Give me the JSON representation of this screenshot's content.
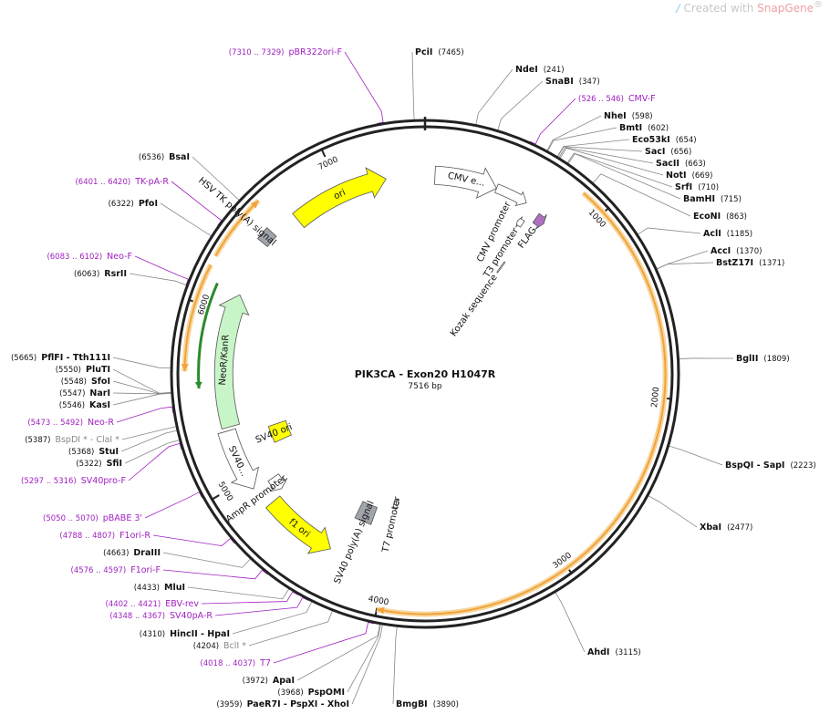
{
  "watermark": {
    "prefix": "Created with ",
    "brand": "SnapGene",
    "mark": "®",
    "logo": "∕"
  },
  "title": "PIK3CA - Exon20 H1047R",
  "length_label": "7516 bp",
  "total_bp": 7516,
  "colors": {
    "backbone": "#222222",
    "site_line": "#888888",
    "primer": "#a020c0",
    "ori": "#ffff00",
    "ori_stroke": "#555555",
    "orf_orange": "#f2a33a",
    "orf_glow": "#f7d7a0",
    "kanr_fill": "#c8f5c8",
    "green_arrow": "#2a8a2a",
    "grey_feature": "#a0a4ab",
    "white_feature": "#ffffff",
    "lilac": "#b070c0"
  },
  "ticks": [
    {
      "bp": 1000,
      "label": "1000"
    },
    {
      "bp": 2000,
      "label": "2000"
    },
    {
      "bp": 3000,
      "label": "3000"
    },
    {
      "bp": 4000,
      "label": "4000"
    },
    {
      "bp": 5000,
      "label": "5000"
    },
    {
      "bp": 6000,
      "label": "6000"
    },
    {
      "bp": 7000,
      "label": "7000"
    }
  ],
  "sites": [
    {
      "name": "PciI",
      "pos": "(7465)",
      "bp": 7465,
      "side": "R",
      "bold": true
    },
    {
      "name": "NdeI",
      "pos": "(241)",
      "bp": 241,
      "side": "R",
      "bold": true
    },
    {
      "name": "SnaBI",
      "pos": "(347)",
      "bp": 347,
      "side": "R",
      "bold": true
    },
    {
      "name": "CMV-F",
      "pos": "(526 .. 546)",
      "bp": 536,
      "side": "R",
      "primer": true
    },
    {
      "name": "NheI",
      "pos": "(598)",
      "bp": 598,
      "side": "R",
      "bold": true
    },
    {
      "name": "BmtI",
      "pos": "(602)",
      "bp": 602,
      "side": "R",
      "bold": true
    },
    {
      "name": "Eco53kI",
      "pos": "(654)",
      "bp": 654,
      "side": "R",
      "bold": true
    },
    {
      "name": "SacI",
      "pos": "(656)",
      "bp": 656,
      "side": "R",
      "bold": true
    },
    {
      "name": "SacII",
      "pos": "(663)",
      "bp": 663,
      "side": "R",
      "bold": true
    },
    {
      "name": "NotI",
      "pos": "(669)",
      "bp": 669,
      "side": "R",
      "bold": true
    },
    {
      "name": "SrfI",
      "pos": "(710)",
      "bp": 710,
      "side": "R",
      "bold": true
    },
    {
      "name": "BamHI",
      "pos": "(715)",
      "bp": 715,
      "side": "R",
      "bold": true
    },
    {
      "name": "EcoNI",
      "pos": "(863)",
      "bp": 863,
      "side": "R",
      "bold": true
    },
    {
      "name": "AclI",
      "pos": "(1185)",
      "bp": 1185,
      "side": "R",
      "bold": true
    },
    {
      "name": "AccI",
      "pos": "(1370)",
      "bp": 1370,
      "side": "R",
      "bold": true
    },
    {
      "name": "BstZ17I",
      "pos": "(1371)",
      "bp": 1371,
      "side": "R",
      "bold": true
    },
    {
      "name": "BglII",
      "pos": "(1809)",
      "bp": 1809,
      "side": "R",
      "bold": true
    },
    {
      "name": "BspQI - SapI",
      "pos": "(2223)",
      "bp": 2223,
      "side": "R",
      "bold": true
    },
    {
      "name": "XbaI",
      "pos": "(2477)",
      "bp": 2477,
      "side": "R",
      "bold": true
    },
    {
      "name": "AhdI",
      "pos": "(3115)",
      "bp": 3115,
      "side": "R",
      "bold": true
    },
    {
      "name": "BmgBI",
      "pos": "(3890)",
      "bp": 3890,
      "side": "R",
      "bold": true
    },
    {
      "name": "PaeR7I - PspXI - XhoI",
      "pos": "(3959)",
      "bp": 3959,
      "side": "L",
      "bold": true
    },
    {
      "name": "PspOMI",
      "pos": "(3968)",
      "bp": 3968,
      "side": "L",
      "bold": true
    },
    {
      "name": "ApaI",
      "pos": "(3972)",
      "bp": 3972,
      "side": "L",
      "bold": true
    },
    {
      "name": "T7",
      "pos": "(4018 .. 4037)",
      "bp": 4027,
      "side": "L",
      "primer": true
    },
    {
      "name": "BclI *",
      "pos": "(4204)",
      "bp": 4204,
      "side": "L",
      "grey": true
    },
    {
      "name": "HincII - HpaI",
      "pos": "(4310)",
      "bp": 4310,
      "side": "L",
      "bold": true
    },
    {
      "name": "SV40pA-R",
      "pos": "(4348 .. 4367)",
      "bp": 4357,
      "side": "L",
      "primer": true
    },
    {
      "name": "EBV-rev",
      "pos": "(4402 .. 4421)",
      "bp": 4411,
      "side": "L",
      "primer": true
    },
    {
      "name": "MluI",
      "pos": "(4433)",
      "bp": 4433,
      "side": "L",
      "bold": true
    },
    {
      "name": "F1ori-F",
      "pos": "(4576 .. 4597)",
      "bp": 4586,
      "side": "L",
      "primer": true
    },
    {
      "name": "DraIII",
      "pos": "(4663)",
      "bp": 4663,
      "side": "L",
      "bold": true
    },
    {
      "name": "F1ori-R",
      "pos": "(4788 .. 4807)",
      "bp": 4797,
      "side": "L",
      "primer": true
    },
    {
      "name": "pBABE 3'",
      "pos": "(5050 .. 5070)",
      "bp": 5060,
      "side": "L",
      "primer": true
    },
    {
      "name": "SV40pro-F",
      "pos": "(5297 .. 5316)",
      "bp": 5306,
      "side": "L",
      "primer": true
    },
    {
      "name": "SfiI",
      "pos": "(5322)",
      "bp": 5322,
      "side": "L",
      "bold": true
    },
    {
      "name": "StuI",
      "pos": "(5368)",
      "bp": 5368,
      "side": "L",
      "bold": true
    },
    {
      "name": "BspDI * - ClaI *",
      "pos": "(5387)",
      "bp": 5387,
      "side": "L",
      "grey": true
    },
    {
      "name": "Neo-R",
      "pos": "(5473 .. 5492)",
      "bp": 5482,
      "side": "L",
      "primer": true
    },
    {
      "name": "KasI",
      "pos": "(5546)",
      "bp": 5546,
      "side": "L",
      "bold": true
    },
    {
      "name": "NarI",
      "pos": "(5547)",
      "bp": 5547,
      "side": "L",
      "bold": true
    },
    {
      "name": "SfoI",
      "pos": "(5548)",
      "bp": 5548,
      "side": "L",
      "bold": true
    },
    {
      "name": "PluTI",
      "pos": "(5550)",
      "bp": 5550,
      "side": "L",
      "bold": true
    },
    {
      "name": "PflFI - Tth111I",
      "pos": "(5665)",
      "bp": 5665,
      "side": "L",
      "bold": true
    },
    {
      "name": "RsrII",
      "pos": "(6063)",
      "bp": 6063,
      "side": "L",
      "bold": true
    },
    {
      "name": "Neo-F",
      "pos": "(6083 .. 6102)",
      "bp": 6092,
      "side": "L",
      "primer": true
    },
    {
      "name": "PfoI",
      "pos": "(6322)",
      "bp": 6322,
      "side": "L",
      "bold": true
    },
    {
      "name": "TK-pA-R",
      "pos": "(6401 .. 6420)",
      "bp": 6410,
      "side": "L",
      "primer": true
    },
    {
      "name": "BsaI",
      "pos": "(6536)",
      "bp": 6536,
      "side": "L",
      "bold": true
    },
    {
      "name": "pBR322ori-F",
      "pos": "(7310 .. 7329)",
      "bp": 7319,
      "side": "L",
      "primer": true
    }
  ],
  "features": [
    {
      "name": "ori",
      "start": 6690,
      "end": 7280,
      "ring": 0.79,
      "width": 20,
      "fill": "ori",
      "dir": 1,
      "label": "ori",
      "label_inside": true
    },
    {
      "name": "CMV e...",
      "start": 60,
      "end": 440,
      "ring": 0.79,
      "width": 20,
      "fill": "white_feature",
      "dir": 1,
      "label": "CMV e...",
      "label_inside": true
    },
    {
      "name": "CMV promoter",
      "start": 440,
      "end": 640,
      "ring": 0.79,
      "width": 10,
      "fill": "white_feature",
      "dir": 1,
      "label": "CMV promoter"
    },
    {
      "name": "T3 promoter",
      "start": 650,
      "end": 690,
      "ring": 0.71,
      "width": 8,
      "fill": "white_feature",
      "dir": -1,
      "label": "T3 promoter"
    },
    {
      "name": "FLAG",
      "start": 740,
      "end": 800,
      "ring": 0.76,
      "width": 12,
      "fill": "lilac",
      "dir": 1,
      "label": "FLAG"
    },
    {
      "name": "Kozak sequence",
      "start": 735,
      "end": 745,
      "ring": 0.52,
      "width": 14,
      "fill": "white_feature",
      "dir": 0,
      "label": "Kozak sequence"
    },
    {
      "name": "PIK3CA ORF",
      "start": 860,
      "end": 4000,
      "ring": 0.955,
      "width": 6,
      "fill": "orf_orange",
      "dir": 1,
      "label": ""
    },
    {
      "name": "T7 promoter",
      "start": 4000,
      "end": 4040,
      "ring": 0.53,
      "width": 8,
      "fill": "white_feature",
      "dir": -1,
      "label": "T7 promoter"
    },
    {
      "name": "SV40 poly(A) signal",
      "start": 4170,
      "end": 4300,
      "ring": 0.6,
      "width": 20,
      "fill": "grey_feature",
      "dir": 0,
      "label": "SV40 poly(A) signal"
    },
    {
      "name": "f1 ori",
      "start": 4350,
      "end": 4800,
      "ring": 0.79,
      "width": 20,
      "fill": "ori",
      "dir": -1,
      "label": "f1 ori",
      "label_inside": true
    },
    {
      "name": "AmpR promoter",
      "start": 4830,
      "end": 4920,
      "ring": 0.73,
      "width": 14,
      "fill": "white_feature",
      "dir": -1,
      "label": "AmpR promoter"
    },
    {
      "name": "SV40 promoter",
      "start": 4930,
      "end": 5300,
      "ring": 0.82,
      "width": 20,
      "fill": "white_feature",
      "dir": -1,
      "label": "SV40...",
      "label_inside": true
    },
    {
      "name": "SV40 ori",
      "start": 5125,
      "end": 5250,
      "ring": 0.62,
      "width": 20,
      "fill": "ori",
      "dir": 0,
      "label": "SV40 ori"
    },
    {
      "name": "NeoR/KanR",
      "start": 5320,
      "end": 6120,
      "ring": 0.8,
      "width": 20,
      "fill": "kanr_fill",
      "dir": 1,
      "label": "NeoR/KanR",
      "label_inside": true
    },
    {
      "name": "neo green",
      "start": 5560,
      "end": 6130,
      "ring": 0.9,
      "width": 3,
      "fill": "green_arrow",
      "dir": -1,
      "label": ""
    },
    {
      "name": "orange lower",
      "start": 5650,
      "end": 6200,
      "ring": 0.955,
      "width": 4,
      "fill": "orf_orange",
      "dir": -1,
      "label": ""
    },
    {
      "name": "orange upper",
      "start": 6250,
      "end": 6600,
      "ring": 0.955,
      "width": 4,
      "fill": "orf_orange",
      "dir": 1,
      "label": ""
    },
    {
      "name": "HSV TK poly(A) signal",
      "start": 6450,
      "end": 6530,
      "ring": 0.83,
      "width": 14,
      "fill": "grey_feature",
      "dir": 0,
      "label": "HSV TK poly(A) signal"
    }
  ]
}
